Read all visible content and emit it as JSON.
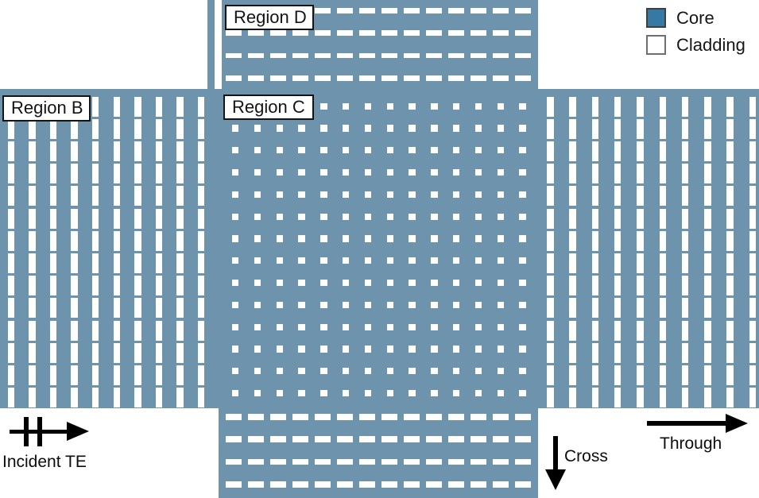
{
  "regions": {
    "b": {
      "label": "Region B",
      "pattern": "vertical-bars"
    },
    "c": {
      "label": "Region C",
      "pattern": "square-dots"
    },
    "d": {
      "label": "Region D",
      "pattern": "horizontal-dashes"
    }
  },
  "legend": {
    "core": {
      "label": "Core",
      "color": "#3679a4"
    },
    "cladding": {
      "label": "Cladding",
      "color": "#ffffff"
    }
  },
  "annotations": {
    "incident": {
      "label": "Incident TE"
    },
    "through": {
      "label": "Through"
    },
    "cross": {
      "label": "Cross"
    }
  },
  "colors": {
    "structure": "#6e93ad",
    "background": "#ffffff",
    "ink": "#000000"
  }
}
